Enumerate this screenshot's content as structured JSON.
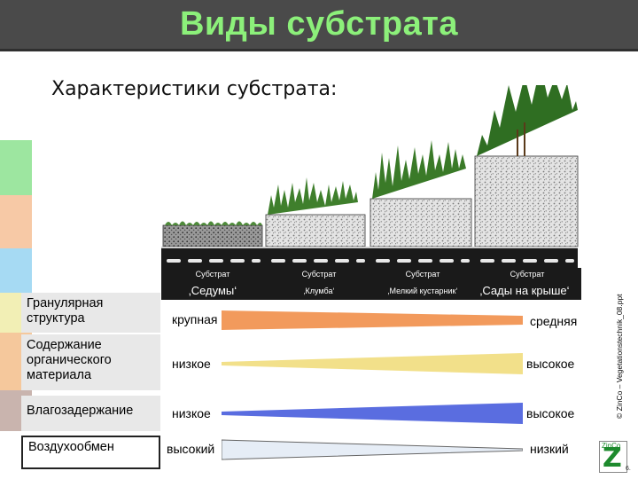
{
  "header": {
    "title": "Виды субстрата"
  },
  "subtitle": "Характеристики субстрата:",
  "substrates": [
    {
      "caption": "Субстрат",
      "name": "‚Седумы‘"
    },
    {
      "caption": "Субстрат",
      "name": "‚Клумба‘"
    },
    {
      "caption": "Субстрат",
      "name": "‚Мелкий кустарник‘"
    },
    {
      "caption": "Субстрат",
      "name": "‚Сады на крыше‘"
    }
  ],
  "rows": [
    {
      "label": "Гранулярная структура",
      "left": "крупная",
      "right": "средняя",
      "color": "#f29a5c"
    },
    {
      "label": "Содержание органического материала",
      "left": "низкое",
      "right": "высокое",
      "color": "#f2e08a"
    },
    {
      "label": "Влагозадержание",
      "left": "низкое",
      "right": "высокое",
      "color": "#5a6de0"
    },
    {
      "label": "Воздухообмен",
      "left": "высокий",
      "right": "низкий",
      "color": "#e6edf6"
    }
  ],
  "copyright": "© ZinCo – Vegetationstechnik_08.ppt",
  "logo": {
    "small": "ZinCo",
    "letter": "Z"
  },
  "page_number": "6."
}
